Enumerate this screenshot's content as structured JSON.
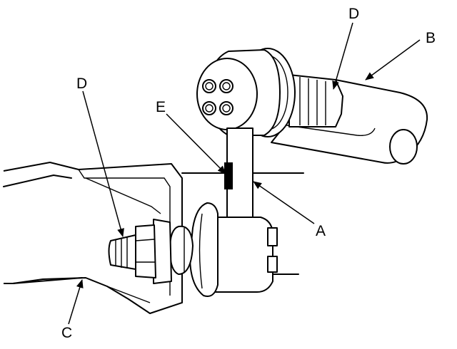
{
  "callouts": {
    "a": "A",
    "b": "B",
    "c": "C",
    "d_top": "D",
    "d_left": "D",
    "e": "E"
  },
  "colors": {
    "ink": "#000000",
    "paper": "#ffffff"
  }
}
